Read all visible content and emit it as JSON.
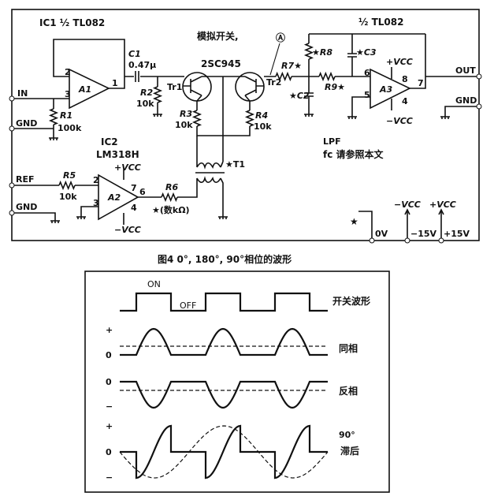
{
  "circuit": {
    "ic1_label": "IC1 ½ TL082",
    "ic2_label": "IC2",
    "ic2_part": "LM318H",
    "ic3_label": "½ TL082",
    "switch_label": "模拟开关,",
    "transistor_part": "2SC945",
    "point_marker": "Ⓐ",
    "terminals": {
      "in": "IN",
      "gnd1": "GND",
      "ref": "REF",
      "gnd2": "GND",
      "out": "OUT",
      "gnd_out": "GND"
    },
    "components": {
      "a1": "A1",
      "a2": "A2",
      "a3": "A3",
      "c1": "C1",
      "c1_val": "0.47μ",
      "r1": "R1",
      "r1_val": "100k",
      "r2": "R2",
      "r2_val": "10k",
      "r3": "R3",
      "r3_val": "10k",
      "r4": "R4",
      "r4_val": "10k",
      "r5": "R5",
      "r5_val": "10k",
      "r6": "R6",
      "r6_val": "★(数kΩ)",
      "r7": "R7★",
      "r8": "★R8",
      "r9": "R9★",
      "c2": "★C2",
      "c3": "★C3",
      "tr1": "Tr1",
      "tr2": "Tr2",
      "t1": "★T1"
    },
    "pins": {
      "a1_2": "2",
      "a1_3": "3",
      "a1_1": "1",
      "a2_2": "2",
      "a2_3": "3",
      "a2_6": "6",
      "a2_7": "7",
      "a2_4": "4",
      "a3_6": "6",
      "a3_5": "5",
      "a3_7": "7",
      "a3_8": "8",
      "a3_4": "4"
    },
    "supply": {
      "pvcc": "+VCC",
      "nvcc": "−VCC"
    },
    "lpf_label": "LPF",
    "fc_label": "fc 请参照本文",
    "power": {
      "star": "★",
      "zero_v": "0V",
      "neg_label": "−VCC",
      "pos_label": "+VCC",
      "neg_v": "−15V",
      "pos_v": "+15V"
    }
  },
  "figure": {
    "title": "图4 0°, 180°, 90°相位的波形",
    "on_label": "ON",
    "off_label": "OFF",
    "switch_wave_label": "开关波形",
    "inphase_label": "同相",
    "antiphase_label": "反相",
    "lag_label_1": "90°",
    "lag_label_2": "滞后",
    "axis": {
      "plus": "+",
      "zero": "0",
      "minus": "−"
    }
  }
}
